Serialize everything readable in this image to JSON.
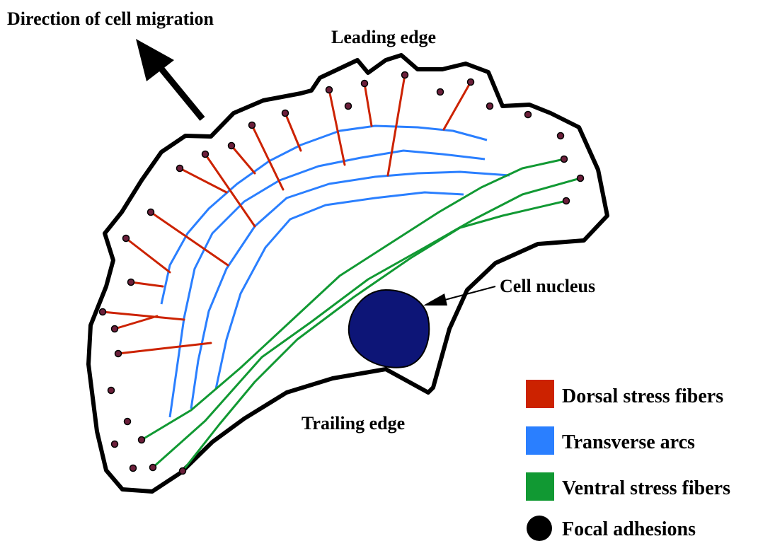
{
  "labels": {
    "direction": "Direction of cell migration",
    "leading_edge": "Leading edge",
    "trailing_edge": "Trailing edge",
    "cell_nucleus": "Cell nucleus"
  },
  "legend": [
    {
      "label": "Dorsal stress fibers",
      "color": "#cc2200",
      "icon": "square-swatch"
    },
    {
      "label": "Transverse arcs",
      "color": "#2a7fff",
      "icon": "square-swatch"
    },
    {
      "label": "Ventral stress fibers",
      "color": "#119933",
      "icon": "square-swatch"
    },
    {
      "label": "Focal adhesions",
      "color": "#000000",
      "icon": "circle-swatch"
    }
  ],
  "colors": {
    "outline": "#000000",
    "nucleus_fill": "#0d1577",
    "adhesion_fill": "#6b1f3a"
  }
}
